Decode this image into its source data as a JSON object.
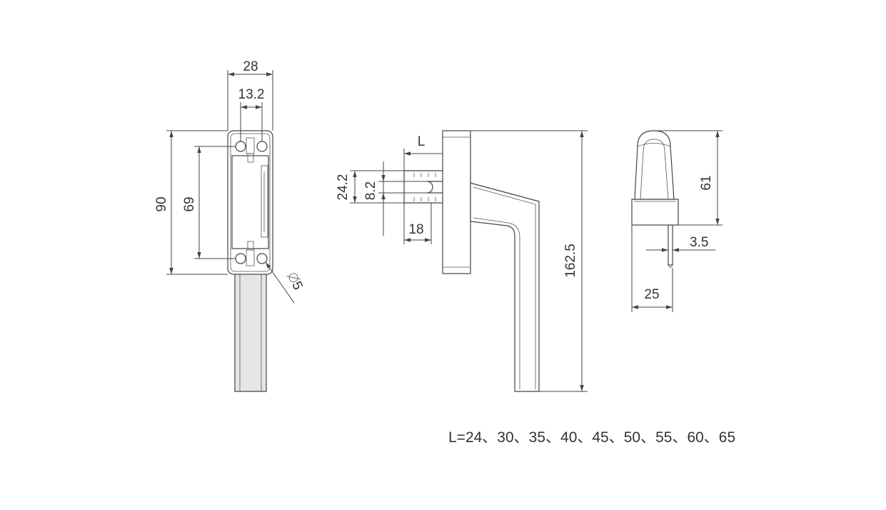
{
  "front_view": {
    "width_overall": "28",
    "width_inner": "13.2",
    "height_overall": "90",
    "height_holes": "69",
    "hole_diameter": "5"
  },
  "side_view": {
    "spindle_length_label": "L",
    "spindle_height": "24.2",
    "slot_height": "8.2",
    "spindle_width": "18",
    "handle_length": "162.5"
  },
  "end_view": {
    "height": "61",
    "spindle_size": "3.5",
    "base_width": "25"
  },
  "lengths_note": "L=24、30、35、40、45、50、55、60、65"
}
